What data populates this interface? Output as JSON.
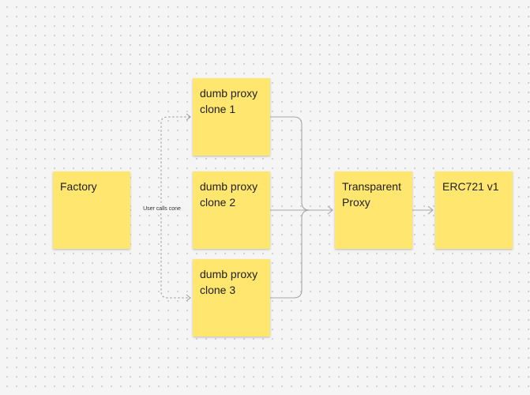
{
  "diagram": {
    "notes": [
      {
        "id": "factory",
        "text": "Factory"
      },
      {
        "id": "clone-1",
        "text": "dumb proxy clone 1"
      },
      {
        "id": "clone-2",
        "text": "dumb proxy clone 2"
      },
      {
        "id": "clone-3",
        "text": "dumb proxy clone 3"
      },
      {
        "id": "transparent-proxy",
        "text": "Transparent Proxy"
      },
      {
        "id": "erc721",
        "text": "ERC721 v1"
      }
    ],
    "connector_label": "User calls cone",
    "colors": {
      "sticky_fill": "#ffe66e",
      "solid_connector": "#a6a6a6",
      "dashed_connector": "#9a9a9a",
      "canvas_background": "#f5f5f5",
      "grid_dot": "#c9c9c9"
    }
  }
}
